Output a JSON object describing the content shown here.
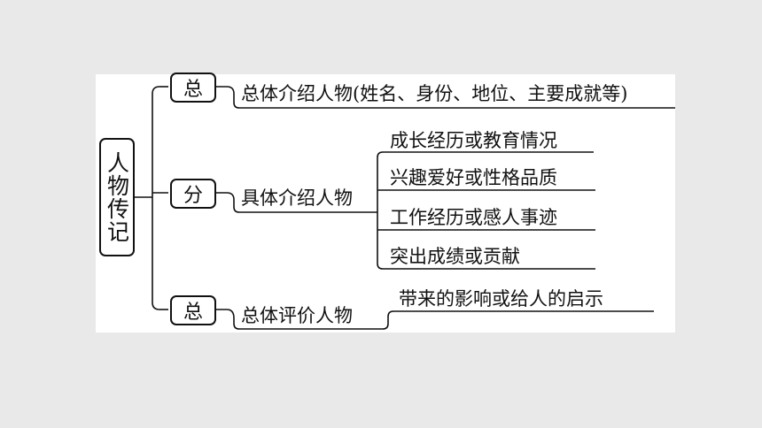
{
  "diagram": {
    "root": "人物传记",
    "branches": [
      {
        "node": "总",
        "text": "总体介绍人物(姓名、身份、地位、主要成就等)",
        "children": []
      },
      {
        "node": "分",
        "text": "具体介绍人物",
        "children": [
          "成长经历或教育情况",
          "兴趣爱好或性格品质",
          "工作经历或感人事迹",
          "突出成绩或贡献"
        ]
      },
      {
        "node": "总",
        "text": "总体评价人物",
        "children": [
          "带来的影响或给人的启示"
        ]
      }
    ]
  }
}
